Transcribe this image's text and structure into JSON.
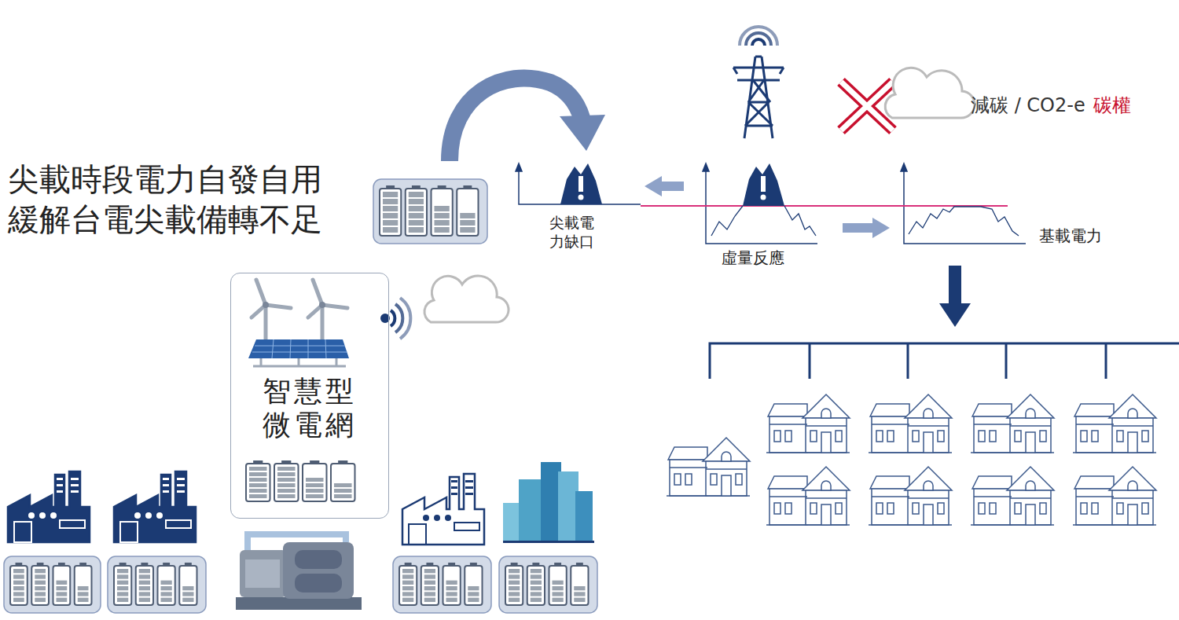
{
  "diagram": {
    "nodes": [
      {
        "text": [
          "智慧型 微電網"
        ]
      }
    ],
    "labels": [
      "尖載時段電力自發自用 緩解台電尖載備轉不足",
      "尖載電 力缺口",
      "虛量反應",
      "基載電力",
      "減碳 / CO2-e",
      "碳權"
    ]
  }
}
